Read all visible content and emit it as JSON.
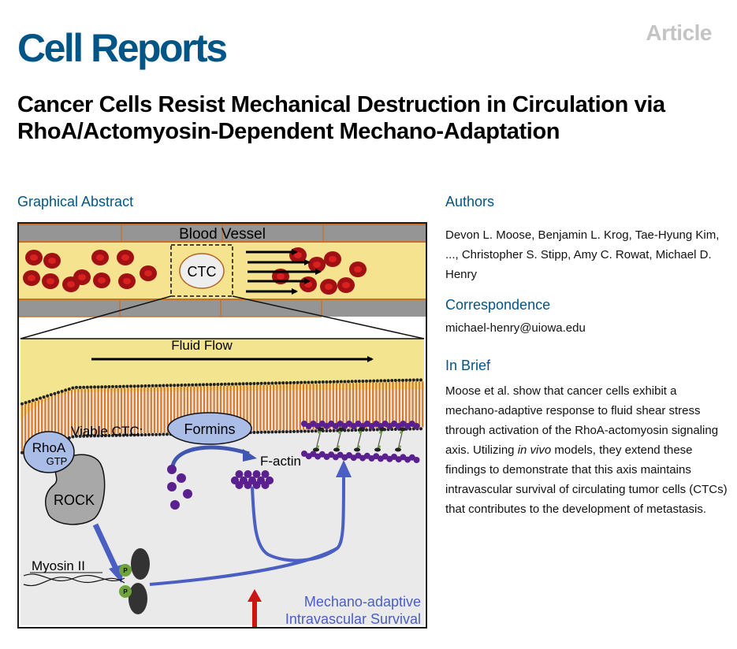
{
  "header": {
    "journal": "Cell Reports",
    "article_type": "Article"
  },
  "title": "Cancer Cells Resist Mechanical Destruction in Circulation via RhoA/Actomyosin-Dependent Mechano-Adaptation",
  "graphical_abstract": {
    "heading": "Graphical Abstract",
    "labels": {
      "blood_vessel": "Blood Vessel",
      "ctc": "CTC",
      "fluid_flow": "Fluid Flow",
      "viable_ctc": "Viable CTC:",
      "formins": "Formins",
      "f_actin": "F-actin",
      "rhoa": "RhoA",
      "gtp": "GTP",
      "rock": "ROCK",
      "myosin": "Myosin II",
      "phospho": "P",
      "outcome_line1": "Mechano-adaptive",
      "outcome_line2": "Intravascular Survival"
    },
    "colors": {
      "vessel_wall": "#959595",
      "wall_border": "#c8702a",
      "lumen": "#f5e38f",
      "rbc_outer": "#a11114",
      "rbc_inner": "#d9211f",
      "cell_interior": "#eaeaea",
      "membrane": "#d9792a",
      "blue_arrow": "#4a5ec3",
      "protein_blue": "#a9bde6",
      "rock_gray": "#a8a8a8",
      "actin_purple": "#5b2090",
      "phospho_green": "#6ea43b",
      "myosin_head": "#333333",
      "red_arrow": "#cc1616",
      "outcome_text": "#4a5ec3"
    }
  },
  "authors": {
    "heading": "Authors",
    "text": "Devon L. Moose, Benjamin L. Krog, Tae-Hyung Kim, ..., Christopher S. Stipp, Amy C. Rowat, Michael D. Henry"
  },
  "correspondence": {
    "heading": "Correspondence",
    "email": "michael-henry@uiowa.edu"
  },
  "in_brief": {
    "heading": "In Brief",
    "text_before_italic": "Moose et al. show that cancer cells exhibit a mechano-adaptive response to fluid shear stress through activation of the RhoA-actomyosin signaling axis. Utilizing ",
    "italic": "in vivo",
    "text_after_italic": " models, they extend these findings to demonstrate that this axis maintains intravascular survival of circulating tumor cells (CTCs) that contributes to the development of metastasis."
  }
}
